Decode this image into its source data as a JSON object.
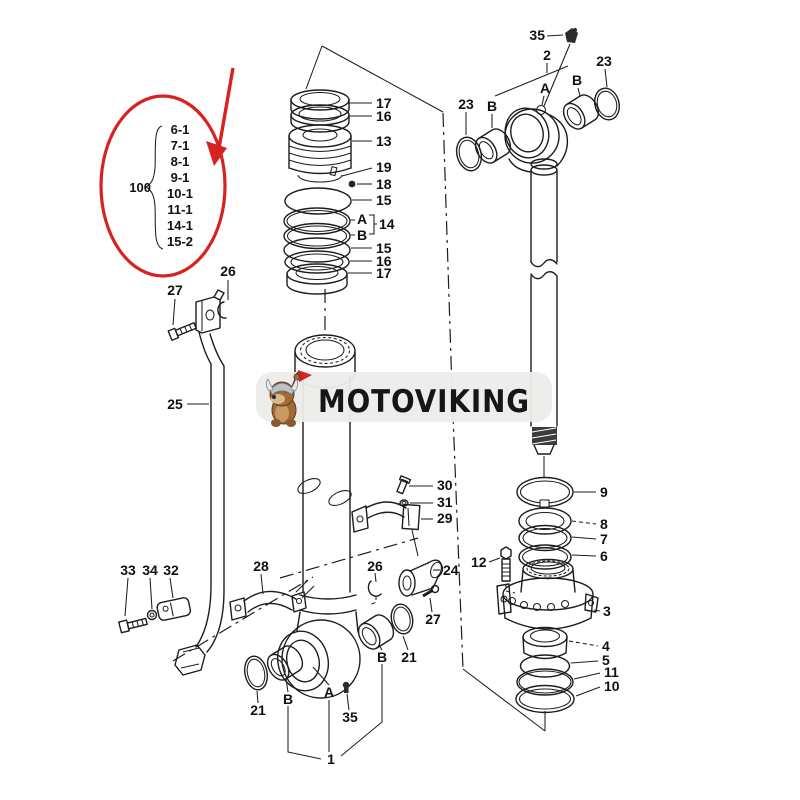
{
  "page": {
    "background": "#ffffff"
  },
  "colors": {
    "accent_red": "#d8221f",
    "ink": "#1d1d1d",
    "watermark_bg": "#ececea"
  },
  "watermark": {
    "brand": "MOTOVIKING",
    "mascot": "viking-dog-mascot"
  },
  "callout": {
    "group_number": "100",
    "items": [
      "6-1",
      "7-1",
      "8-1",
      "9-1",
      "10-1",
      "11-1",
      "14-1",
      "15-2"
    ]
  },
  "labels": {
    "n1": "1",
    "n2": "2",
    "n3": "3",
    "n4": "4",
    "n5": "5",
    "n6": "6",
    "n7": "7",
    "n8": "8",
    "n9": "9",
    "n10": "10",
    "n11": "11",
    "n12": "12",
    "n13": "13",
    "n14": "14",
    "n15": "15",
    "n16": "16",
    "n17": "17",
    "n18": "18",
    "n19": "19",
    "n21": "21",
    "n23": "23",
    "n24": "24",
    "n25": "25",
    "n26": "26",
    "n27": "27",
    "n28": "28",
    "n29": "29",
    "n30": "30",
    "n31": "31",
    "n32": "32",
    "n33": "33",
    "n34": "34",
    "n35": "35",
    "A": "A",
    "B": "B"
  }
}
